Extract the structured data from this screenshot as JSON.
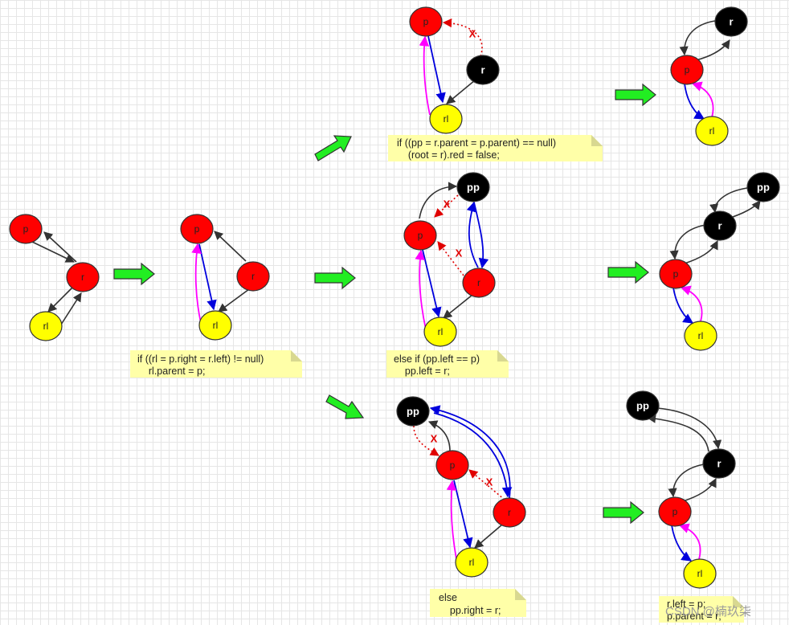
{
  "node_labels": {
    "p": "p",
    "r": "r",
    "rl": "rl",
    "pp": "pp"
  },
  "x_mark": "X",
  "notes": {
    "step1": [
      "if ((rl = p.right = r.left) != null)",
      "    rl.parent = p;"
    ],
    "root_case": [
      "if ((pp = r.parent = p.parent) == null)",
      "    (root = r).red = false;"
    ],
    "left_case": [
      "else if (pp.left == p)",
      "    pp.left = r;"
    ],
    "right_case": [
      "else",
      "    pp.right = r;"
    ],
    "final": [
      "r.left = p;",
      "p.parent = r;"
    ]
  },
  "watermark": "CSDN @楠玖柒",
  "colors": {
    "red_node": "#ff0000",
    "black_node": "#000000",
    "yellow_node": "#ffff00",
    "edge": "#333333",
    "blue_edge": "#0000dd",
    "magenta_edge": "#ff00ff",
    "cut_edge": "#e00000",
    "arrow_fill": "#22ee22",
    "note_bg": "#ffffa8"
  }
}
